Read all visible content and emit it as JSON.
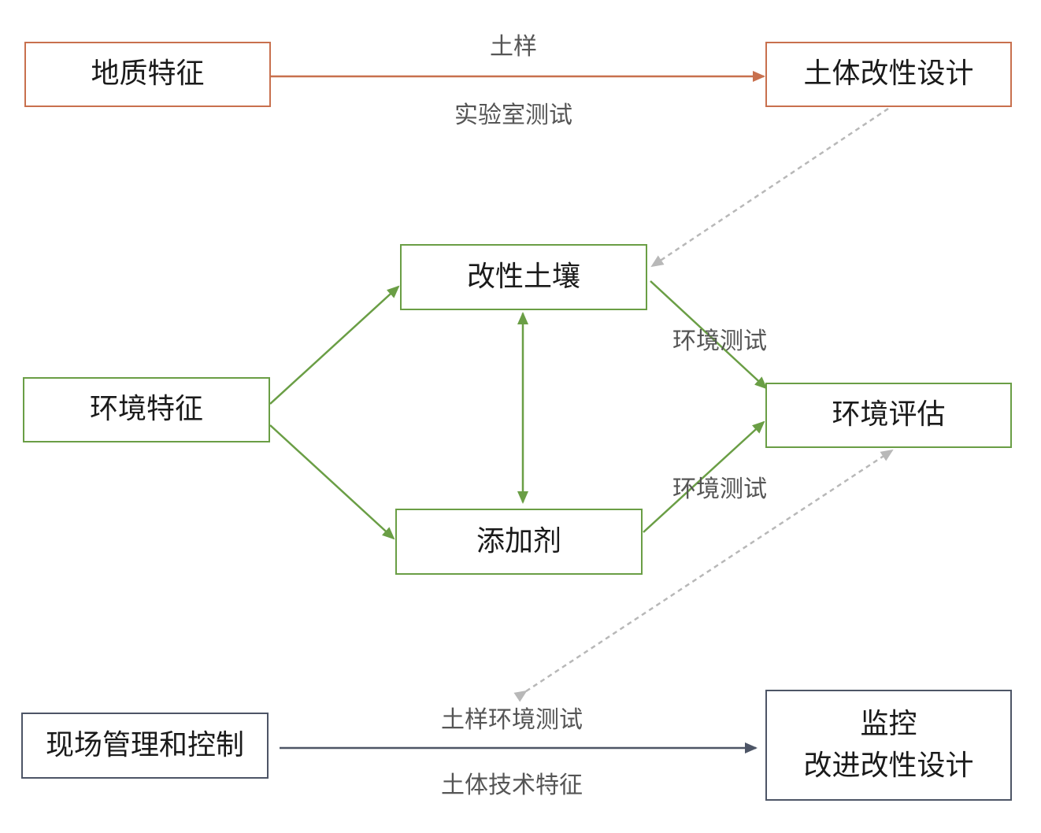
{
  "colors": {
    "geology": "#c8704e",
    "environment": "#6a9e45",
    "site": "#4d5566",
    "feedback": "#b8b8b8",
    "text": "#1a1a1a",
    "label": "#555555"
  },
  "nodes": {
    "geology": "地质特征",
    "design": "土体改性设计",
    "modified_soil": "改性土壤",
    "environment": "环境特征",
    "assessment": "环境评估",
    "additive": "添加剂",
    "site_management": "现场管理和控制",
    "monitoring_line1": "监控",
    "monitoring_line2": "改进改性设计"
  },
  "edge_labels": {
    "soil_sample": "土样",
    "lab_test": "实验室测试",
    "env_test_upper": "环境测试",
    "env_test_lower": "环境测试",
    "sample_env_test": "土样环境测试",
    "tech_features": "土体技术特征"
  }
}
